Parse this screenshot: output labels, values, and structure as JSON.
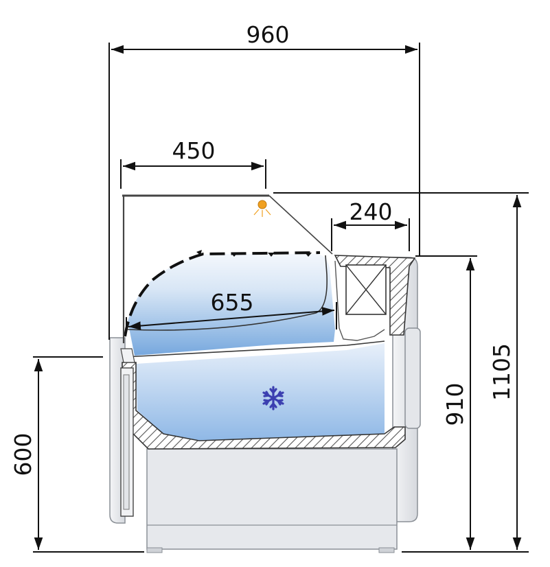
{
  "dimensions": {
    "overall_depth": "960",
    "canopy_depth": "450",
    "counter_depth": "240",
    "display_depth": "655",
    "front_height": "600",
    "counter_height": "910",
    "overall_height": "1105"
  },
  "icons": {
    "refrigeration": "snowflake-icon",
    "lighting": "lamp-icon"
  },
  "colors": {
    "line": "#111111",
    "cabinet_fill": "#e6e8ec",
    "cabinet_stroke": "#8a8f96",
    "cold_top": "#eef4fb",
    "cold_bottom": "#6fa3dc",
    "insulation_hatch": "#555555",
    "snowflake": "#3b3fb0",
    "lamp": "#f0a020"
  }
}
